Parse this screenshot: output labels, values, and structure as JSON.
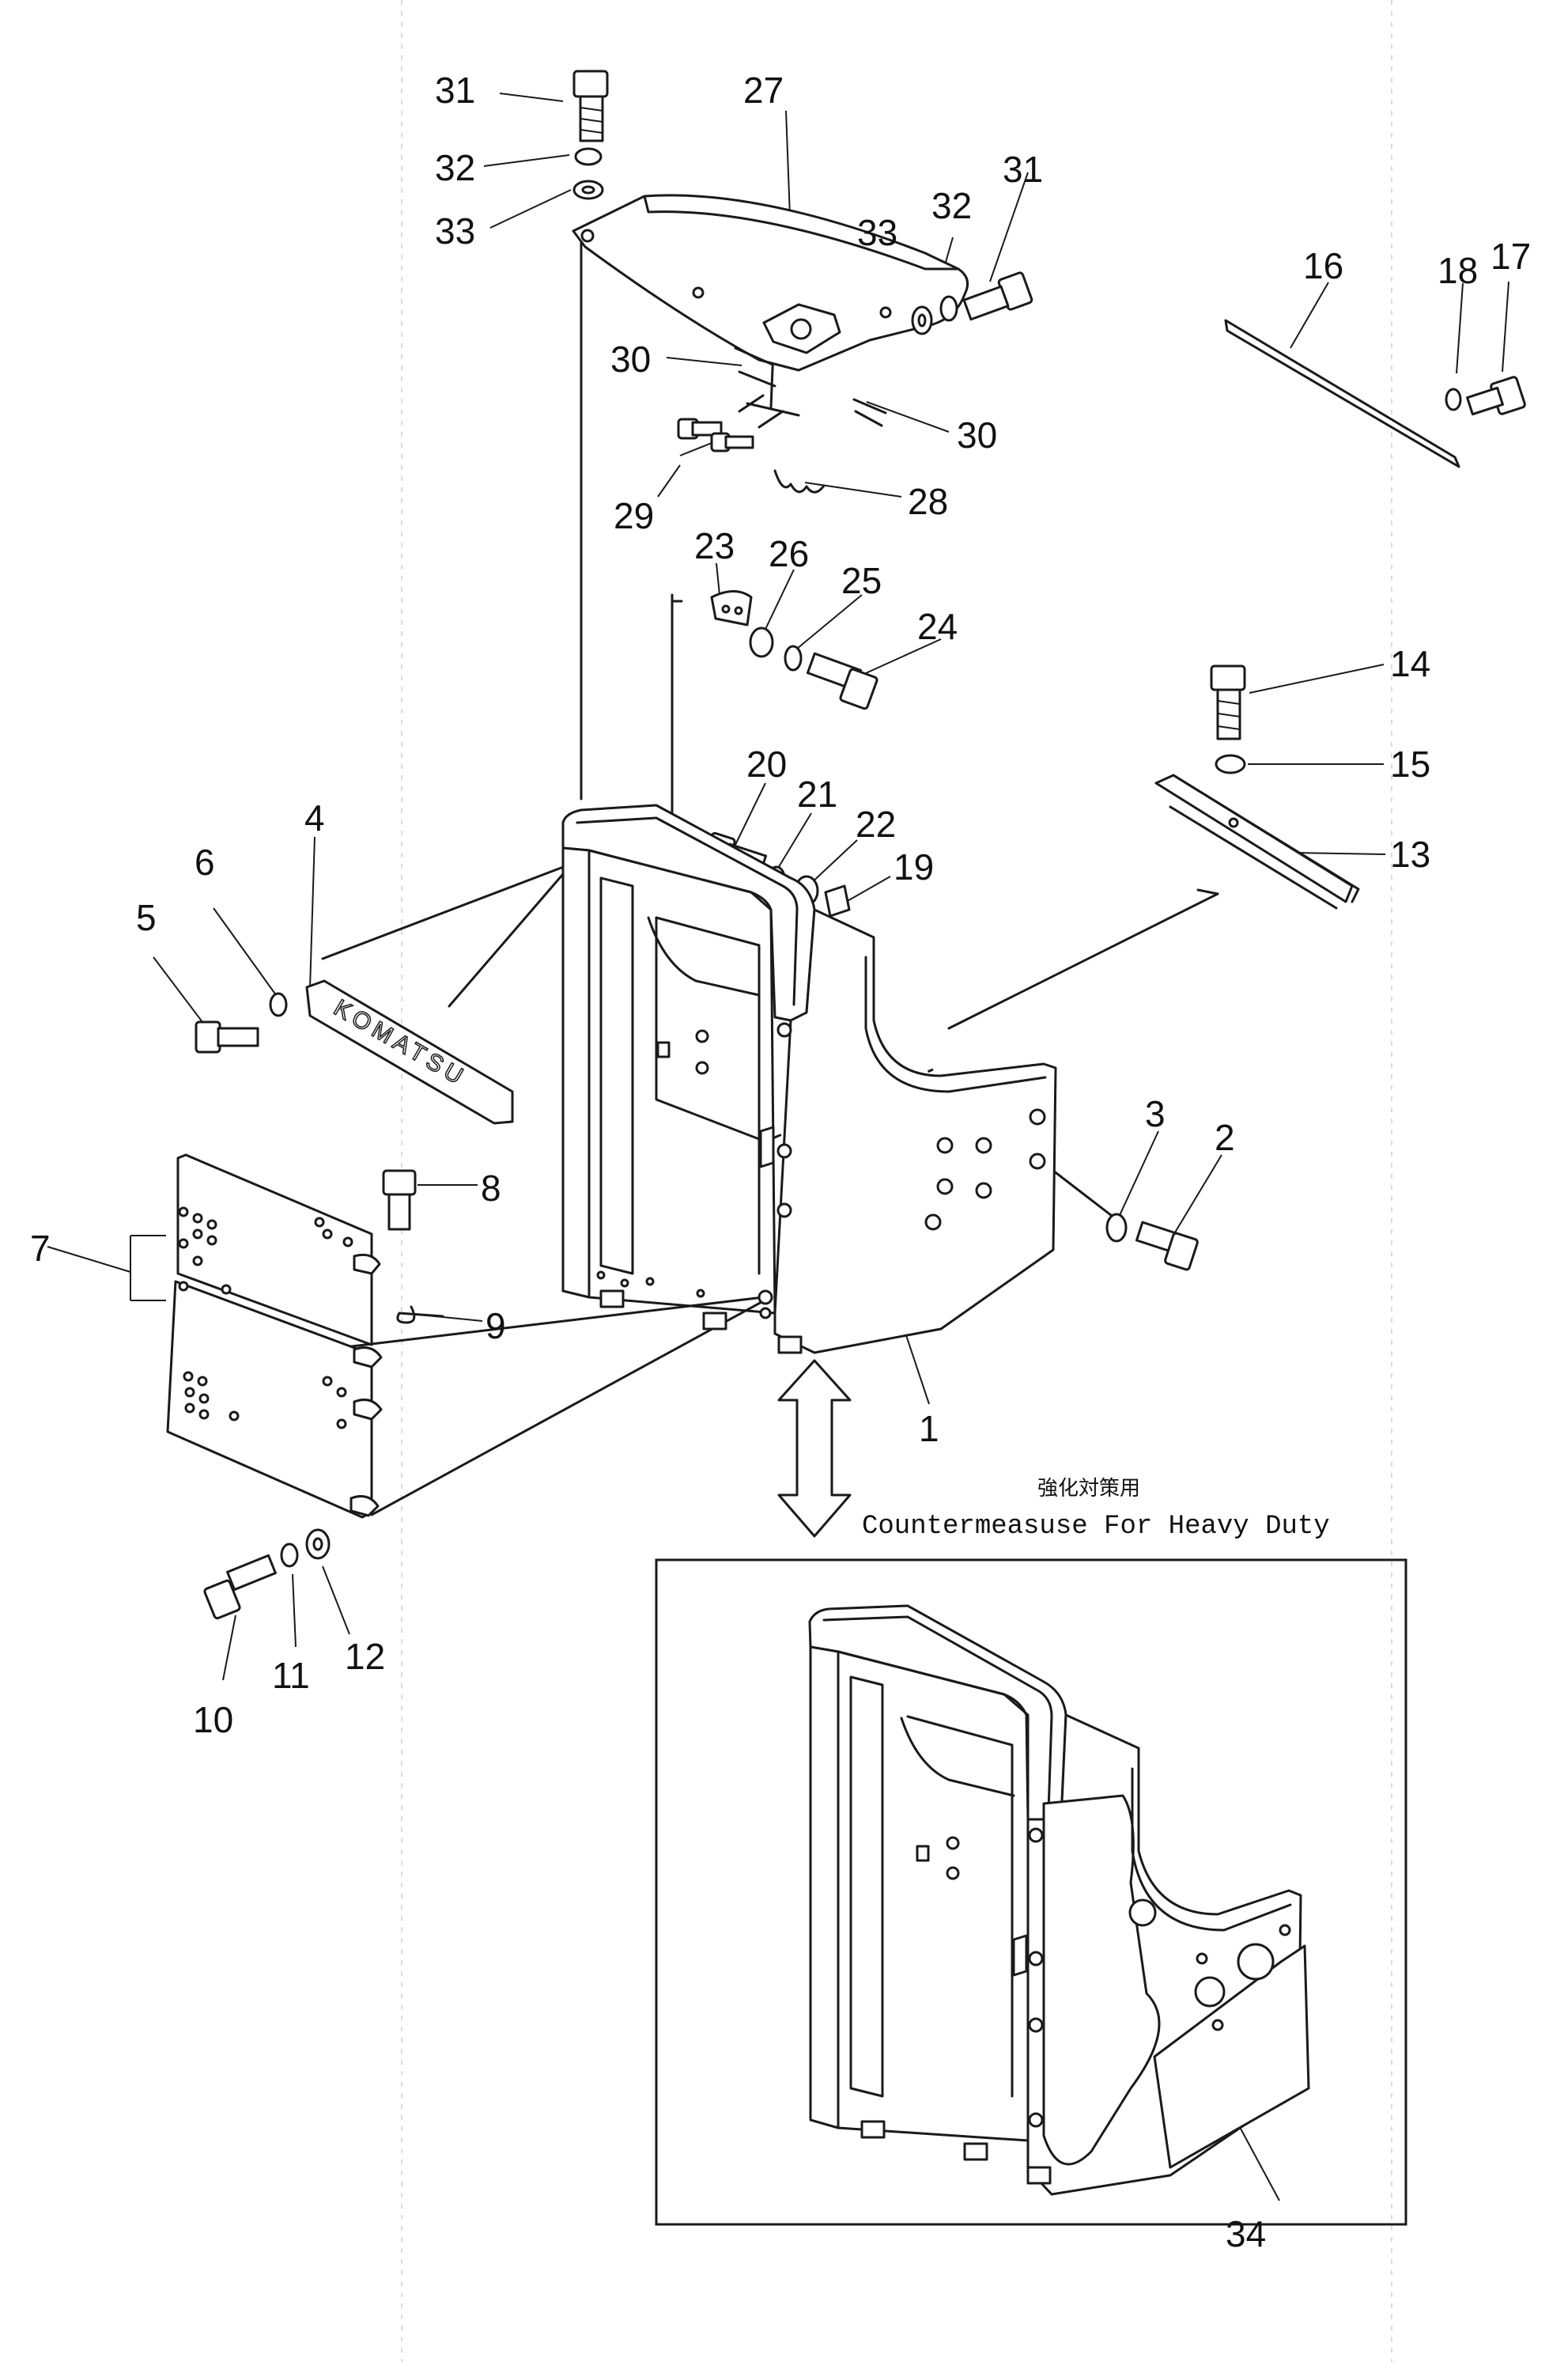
{
  "caption": {
    "japanese": "強化対策用",
    "english": "Countermeasuse For Heavy Duty"
  },
  "part_labels": {
    "p1": "1",
    "p2": "2",
    "p3": "3",
    "p4": "4",
    "p5": "5",
    "p6": "6",
    "p7": "7",
    "p8": "8",
    "p9": "9",
    "p10": "10",
    "p11": "11",
    "p12": "12",
    "p13": "13",
    "p14": "14",
    "p15": "15",
    "p16": "16",
    "p17": "17",
    "p18": "18",
    "p19": "19",
    "p20": "20",
    "p21": "21",
    "p22": "22",
    "p23": "23",
    "p24": "24",
    "p25": "25",
    "p26": "26",
    "p27": "27",
    "p28": "28",
    "p29": "29",
    "p30a": "30",
    "p30b": "30",
    "p31a": "31",
    "p31b": "31",
    "p32a": "32",
    "p32b": "32",
    "p33a": "33",
    "p33b": "33",
    "p34": "34"
  },
  "plate_lettering": "KOMATSU"
}
